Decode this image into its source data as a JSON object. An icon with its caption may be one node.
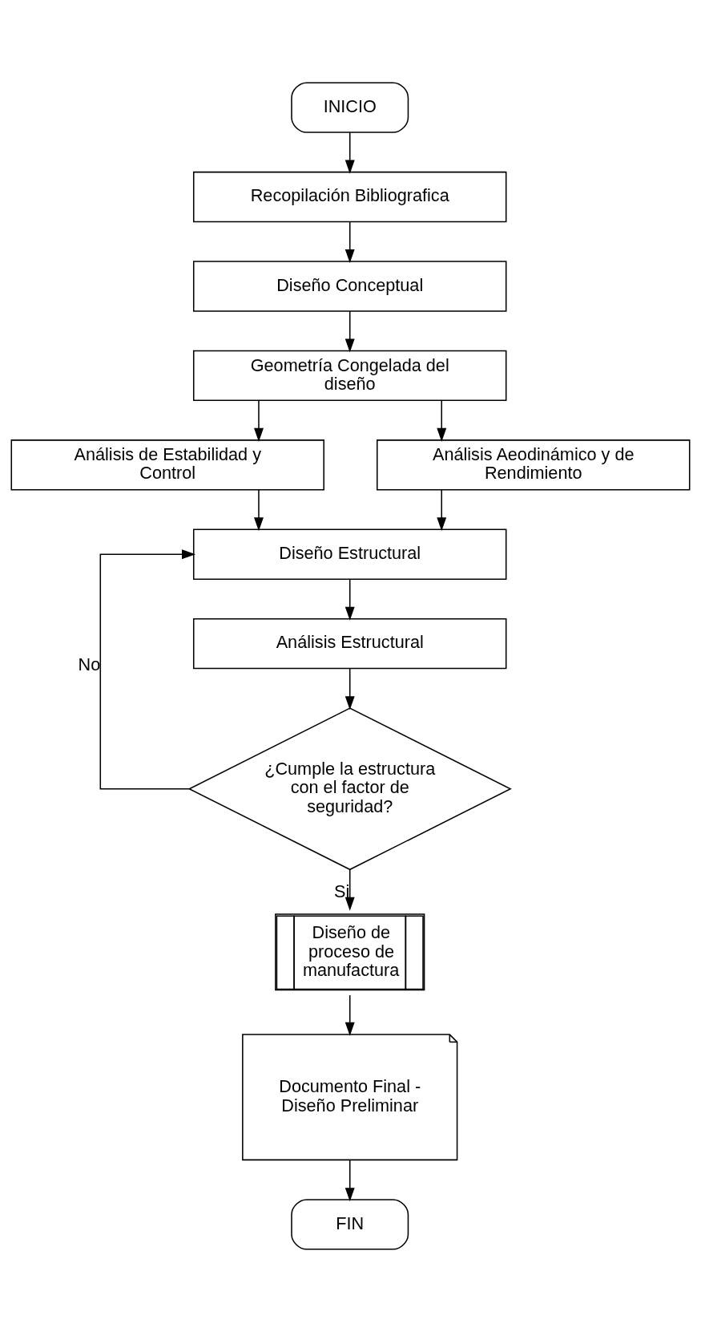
{
  "diagram": {
    "nodes": [
      {
        "text": [
          "INICIO"
        ]
      },
      {
        "text": [
          "Recopilación Bibliografica"
        ]
      },
      {
        "text": [
          "Diseño Conceptual"
        ]
      },
      {
        "text": [
          "Geometría Congelada del diseño"
        ]
      },
      {
        "text": [
          "Análisis de Estabilidad y Control"
        ]
      },
      {
        "text": [
          "Análisis Aeodinámico y de Rendimiento"
        ]
      },
      {
        "text": [
          "Diseño Estructural"
        ]
      },
      {
        "text": [
          "Análisis Estructural"
        ]
      },
      {
        "text": [
          "¿Cumple la estructura con el factor de seguridad?"
        ]
      },
      {
        "text": [
          "Diseño de proceso de manufactura"
        ]
      },
      {
        "text": [
          "Documento Final - Diseño Preliminar"
        ]
      },
      {
        "text": [
          "FIN"
        ]
      }
    ],
    "edges": [
      {
        "from": 0,
        "to": 1,
        "arrow": "to"
      },
      {
        "from": 1,
        "to": 2,
        "arrow": "to"
      },
      {
        "from": 2,
        "to": 3,
        "arrow": "to"
      },
      {
        "from": 3,
        "to": 4,
        "arrow": "to"
      },
      {
        "from": 3,
        "to": 5,
        "arrow": "to"
      },
      {
        "from": 4,
        "to": 6,
        "arrow": "to"
      },
      {
        "from": 5,
        "to": 6,
        "arrow": "to"
      },
      {
        "from": 6,
        "to": 7,
        "arrow": "to"
      },
      {
        "from": 7,
        "to": 8,
        "arrow": "to"
      },
      {
        "from": 8,
        "to": 6,
        "arrow": "to",
        "label": "No"
      },
      {
        "from": 8,
        "to": 9,
        "arrow": "to",
        "label": "Si"
      },
      {
        "from": 9,
        "to": 10,
        "arrow": "to"
      },
      {
        "from": 10,
        "to": 11,
        "arrow": "to"
      }
    ]
  }
}
